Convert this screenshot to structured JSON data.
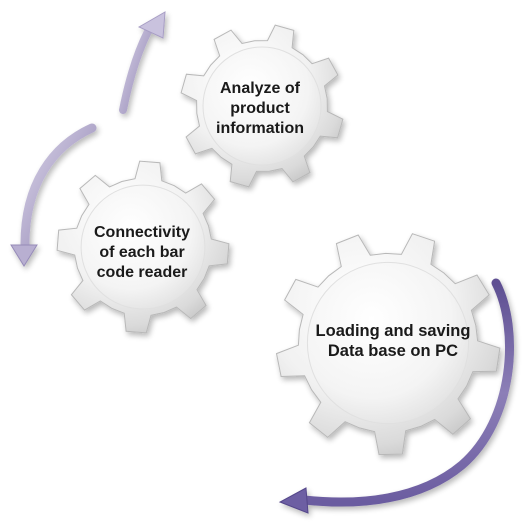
{
  "diagram": {
    "type": "gear-cycle",
    "gears": [
      {
        "id": "analyze",
        "label": "Analyze of\nproduct\ninformation"
      },
      {
        "id": "connectivity",
        "label": "Connectivity\nof each bar\ncode reader"
      },
      {
        "id": "loading",
        "label": "Loading and saving\nData base on PC"
      }
    ],
    "arrows": [
      {
        "from": "connectivity",
        "to": "analyze",
        "color": "#b7afd0"
      },
      {
        "from": "analyze",
        "to": "connectivity",
        "color": "#b7afd0"
      },
      {
        "from": "loading",
        "to": "loading",
        "color": "#7a6aa8"
      }
    ],
    "colors": {
      "gear_fill": "#eeeeee",
      "gear_edge": "#b8b8b8",
      "arrow_light": "#b7afd0",
      "arrow_dark": "#7a6aa8"
    }
  }
}
